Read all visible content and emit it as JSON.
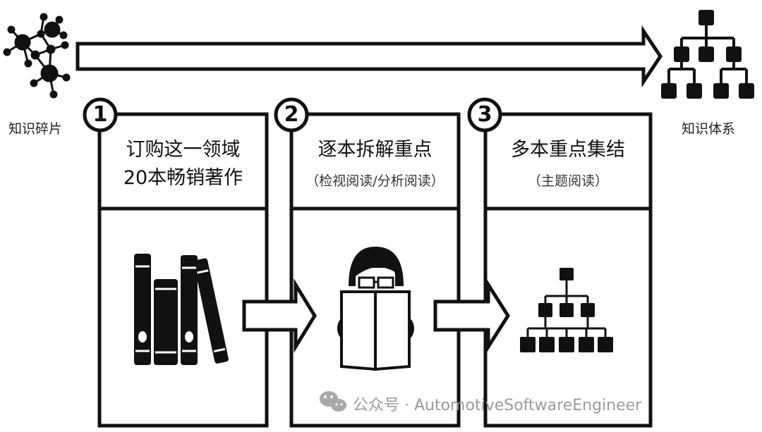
{
  "fragments_label": "知识碎片",
  "system_label": "知识体系",
  "steps": [
    {
      "number": "1",
      "title_line1": "订购这一领域",
      "title_line2": "20本畅销著作",
      "subtitle": ""
    },
    {
      "number": "2",
      "title_line1": "逐本拆解重点",
      "title_line2": "",
      "subtitle": "（检视阅读/分析阅读）"
    },
    {
      "number": "3",
      "title_line1": "多本重点集结",
      "title_line2": "",
      "subtitle": "（主题阅读）"
    }
  ],
  "watermark": "公众号 · AutomotiveSoftwareEngineer",
  "icons": {
    "fragments": "knowledge-fragments-icon",
    "system": "knowledge-tree-icon",
    "books": "books-icon",
    "reader": "reader-icon",
    "tree": "hierarchy-icon",
    "wechat": "wechat-icon"
  },
  "colors": {
    "ink": "#111111",
    "paper": "#ffffff",
    "watermark": "#9a9a9a"
  }
}
